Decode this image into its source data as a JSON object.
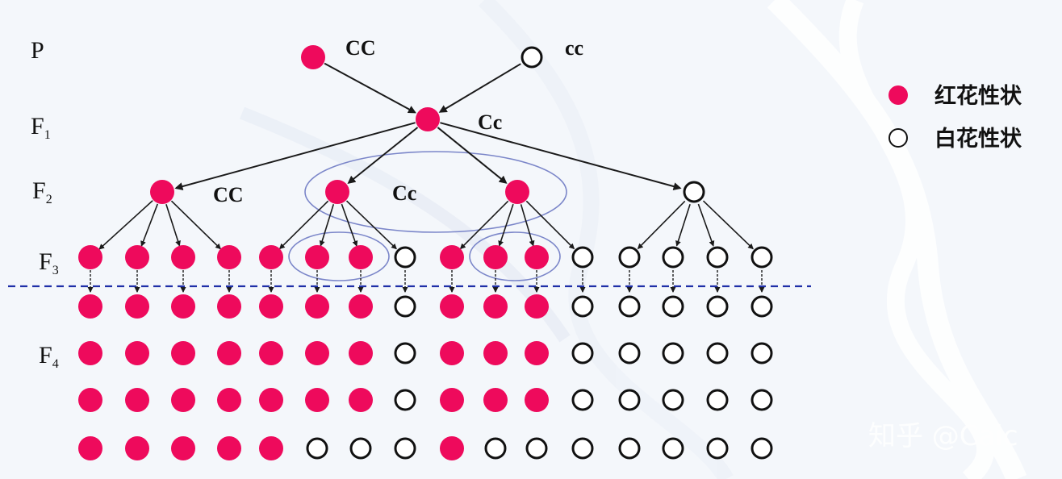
{
  "generations": [
    {
      "id": "P",
      "main": "P",
      "sub": ""
    },
    {
      "id": "F1",
      "main": "F",
      "sub": "1"
    },
    {
      "id": "F2",
      "main": "F",
      "sub": "2"
    },
    {
      "id": "F3",
      "main": "F",
      "sub": "3"
    },
    {
      "id": "F4",
      "main": "F",
      "sub": "4"
    }
  ],
  "genotypes": {
    "p_red": "CC",
    "p_white": "cc",
    "f1": "Cc",
    "f2_homo": "CC",
    "f2_hetero": "Cc"
  },
  "legend": {
    "red": "红花性状",
    "white": "白花性状"
  },
  "watermark": "知乎 @Caic",
  "colors": {
    "red": "#ee0a5c",
    "white": "#ffffff",
    "outline": "#111111",
    "arrow": "#1a1a1a",
    "ellipse": "#7b86c9",
    "dashed_line": "#1f2fa8"
  },
  "f4_rows": [
    [
      "r",
      "r",
      "r",
      "r",
      "r",
      "r",
      "r",
      "w",
      "r",
      "r",
      "r",
      "w",
      "w",
      "w",
      "w",
      "w"
    ],
    [
      "r",
      "r",
      "r",
      "r",
      "r",
      "r",
      "r",
      "w",
      "r",
      "r",
      "r",
      "w",
      "w",
      "w",
      "w",
      "w"
    ],
    [
      "r",
      "r",
      "r",
      "r",
      "r",
      "r",
      "r",
      "w",
      "r",
      "r",
      "r",
      "w",
      "w",
      "w",
      "w",
      "w"
    ],
    [
      "r",
      "r",
      "r",
      "r",
      "r",
      "w",
      "w",
      "w",
      "r",
      "w",
      "w",
      "w",
      "w",
      "w",
      "w",
      "w"
    ]
  ]
}
